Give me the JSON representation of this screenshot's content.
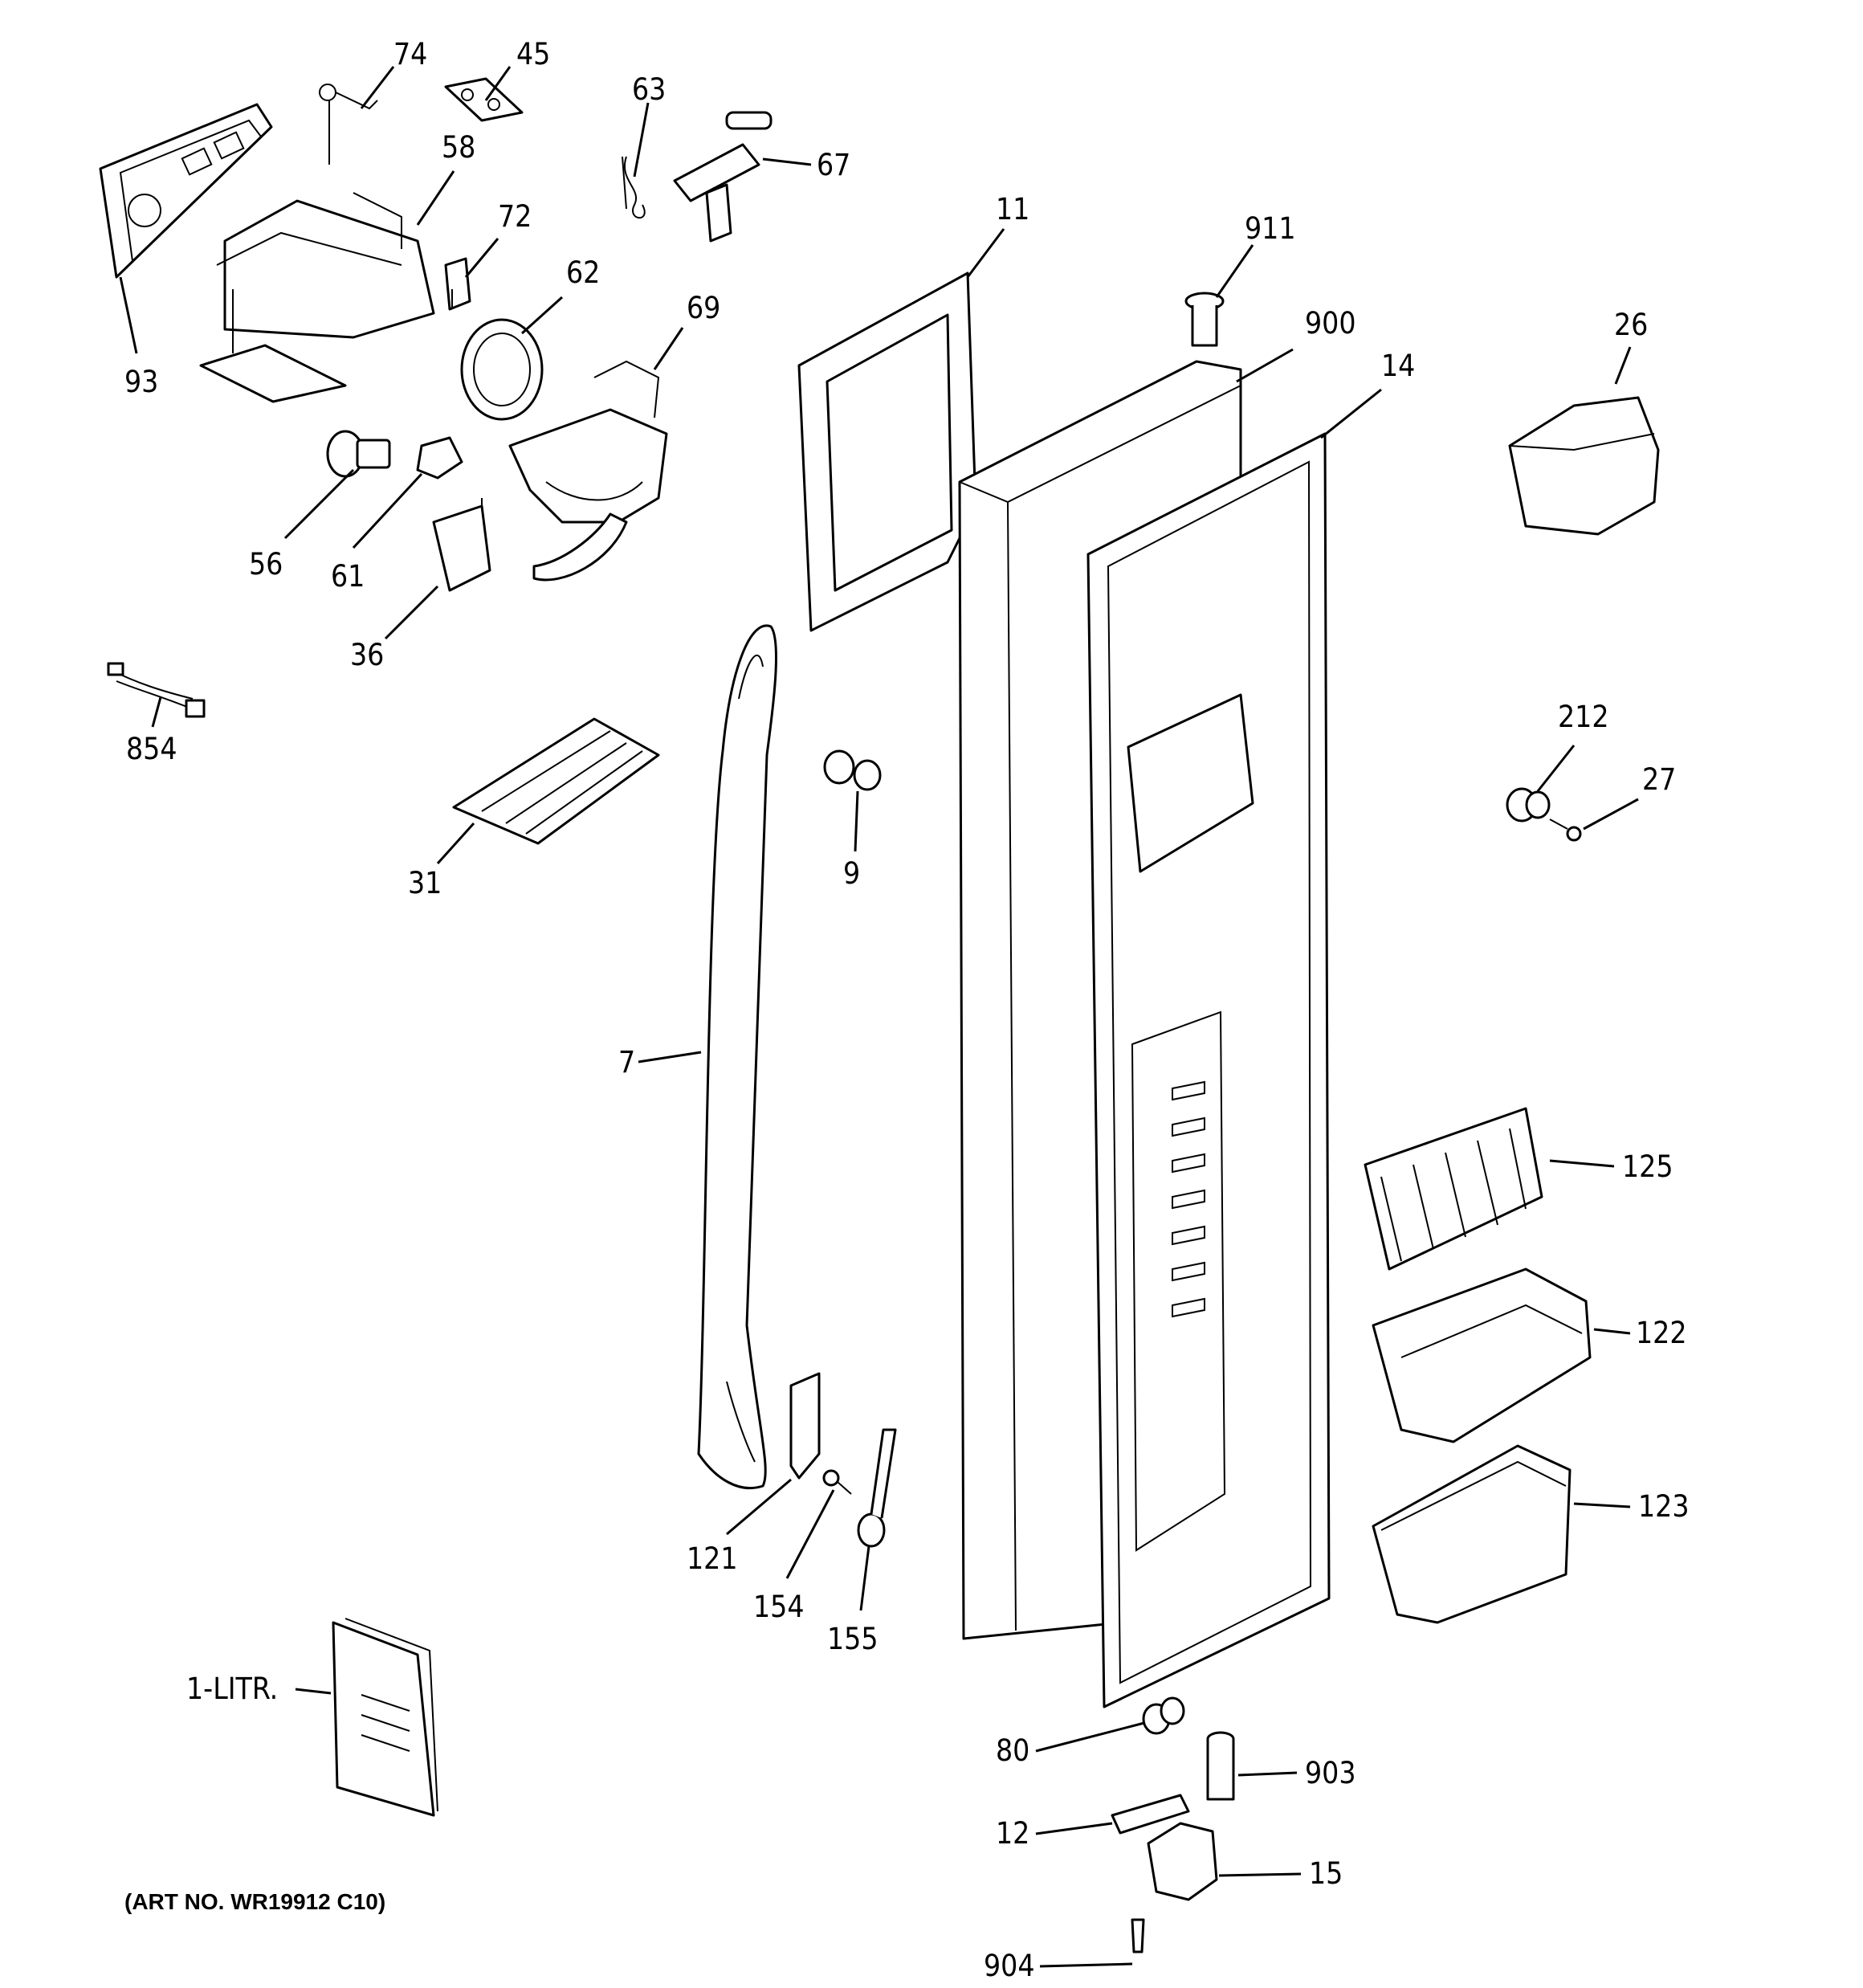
{
  "diagram": {
    "art_number": "(ART NO. WR19912 C10)",
    "callouts": {
      "p74": "74",
      "p45": "45",
      "p63": "63",
      "p67": "67",
      "p58": "58",
      "p72": "72",
      "p62": "62",
      "p69": "69",
      "p93": "93",
      "p56": "56",
      "p61": "61",
      "p36": "36",
      "p854": "854",
      "p31": "31",
      "p11": "11",
      "p911": "911",
      "p900": "900",
      "p14": "14",
      "p26": "26",
      "p9": "9",
      "p212": "212",
      "p27": "27",
      "p7": "7",
      "p125": "125",
      "p122": "122",
      "p123": "123",
      "p121": "121",
      "p154": "154",
      "p155": "155",
      "p1litr": "1-LITR.",
      "p80": "80",
      "p903": "903",
      "p12": "12",
      "p15": "15",
      "p904": "904"
    }
  }
}
